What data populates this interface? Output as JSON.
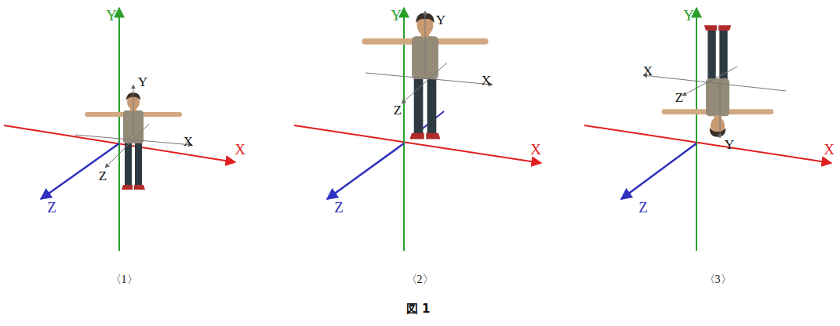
{
  "diagram": {
    "caption": "図 1",
    "labels": [
      "Y",
      "X",
      "Z",
      "Y",
      "X",
      "Z",
      "〈1〉",
      "Y",
      "X",
      "Z",
      "Y",
      "X",
      "Z",
      "〈2〉",
      "Y",
      "X",
      "Z",
      "X",
      "Z",
      "Y",
      "〈3〉"
    ]
  }
}
